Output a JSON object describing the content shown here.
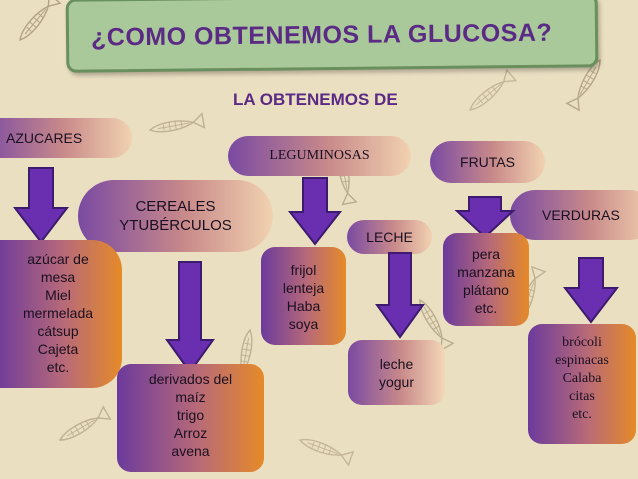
{
  "title": "¿COMO OBTENEMOS LA GLUCOSA?",
  "subtitle": "LA OBTENEMOS DE",
  "colors": {
    "title_text": "#5a2a84",
    "title_box": "#a9c99a",
    "arrow": "#6a2fb0",
    "arrow_edge": "#3c1a6e",
    "gradient_start": "#6b3a9c",
    "gradient_end": "#e58a28"
  },
  "categories": {
    "azucares": "AZUCARES",
    "cereales_1": "CEREALES",
    "cereales_2": "YTUBÉRCULOS",
    "leguminosas": "LEGUMINOSAS",
    "leche": "LECHE",
    "frutas": "FRUTAS",
    "verduras": "VERDURAS"
  },
  "lists": {
    "azucares": [
      "azúcar de",
      "mesa",
      "Miel",
      "mermelada",
      "cátsup",
      "Cajeta",
      "etc."
    ],
    "cereales": [
      "derivados del",
      "maíz",
      "trigo",
      "Arroz",
      "avena"
    ],
    "leguminosas": [
      "frijol",
      "lenteja",
      "Haba",
      "soya"
    ],
    "leche": [
      "leche",
      "yogur"
    ],
    "frutas": [
      "pera",
      "manzana",
      "plátano",
      "etc."
    ],
    "verduras": [
      "brócoli",
      "espinacas",
      "Calaba",
      "citas",
      "etc."
    ]
  }
}
